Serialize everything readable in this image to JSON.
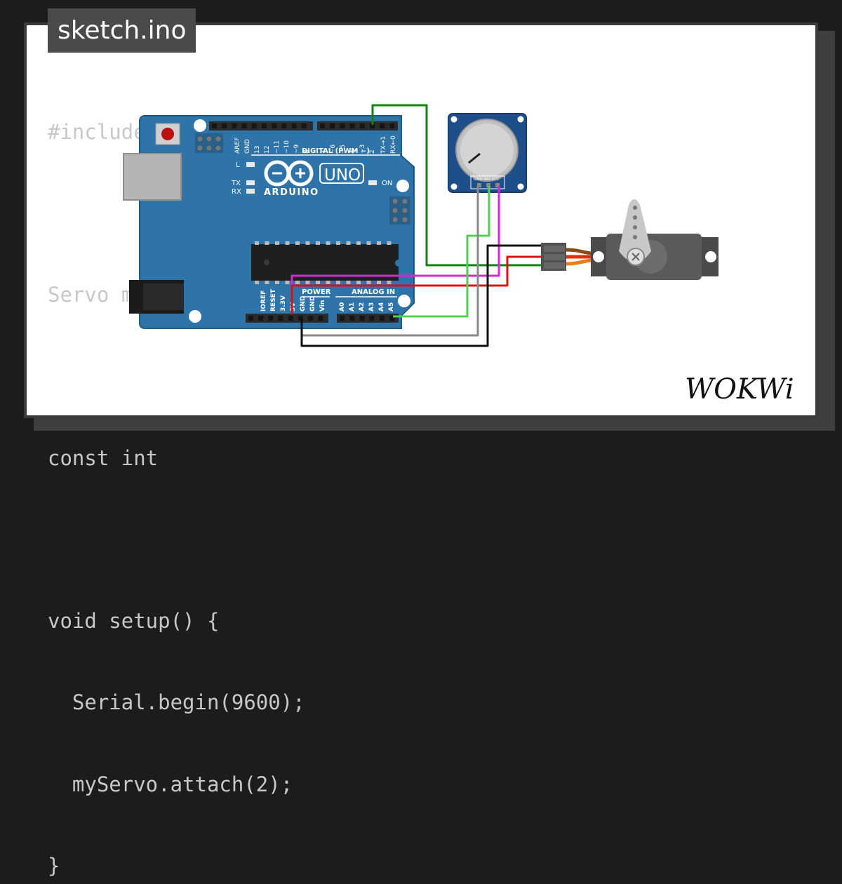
{
  "file": {
    "name": "sketch.ino"
  },
  "code_lines": [
    "#include <Servo.h>",
    "",
    "Servo myServo;",
    "",
    "const int",
    "",
    "void setup() {",
    "  Serial.begin(9600);",
    "  myServo.attach(2);",
    "}"
  ],
  "arduino": {
    "brand": "ARDUINO",
    "model": "UNO",
    "digital_label": "DIGITAL (PWM ~)",
    "power_label": "POWER",
    "analog_label": "ANALOG IN",
    "led_l": "L",
    "led_tx": "TX",
    "led_rx": "RX",
    "led_on": "ON",
    "top_pins": [
      "AREF",
      "GND",
      "13",
      "12",
      "~11",
      "~10",
      "~9",
      "8",
      "7",
      "~6",
      "~5",
      "4",
      "~3",
      "2",
      "TX→1",
      "RX←0"
    ],
    "power_pins": [
      "IOREF",
      "RESET",
      "3.3V",
      "5V",
      "GND",
      "GND",
      "Vin"
    ],
    "analog_pins": [
      "A0",
      "A1",
      "A2",
      "A3",
      "A4",
      "A5"
    ]
  },
  "potentiometer": {
    "pin_labels": "GND SIG VCC"
  },
  "logo": {
    "text": "WOKWi"
  },
  "colors": {
    "board": "#2f74a8",
    "wire_green": "#128312",
    "wire_light_green": "#50d050",
    "wire_magenta": "#e020e0",
    "wire_red": "#e01010",
    "wire_gray": "#8a8a8a",
    "wire_black": "#111111"
  }
}
